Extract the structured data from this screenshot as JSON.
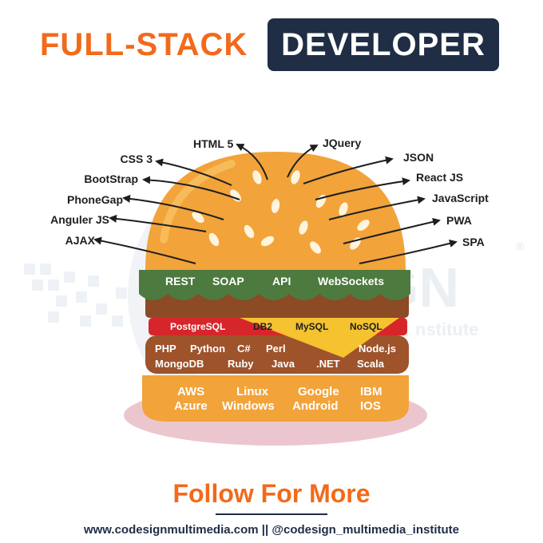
{
  "title": {
    "left": "FULL-STACK",
    "right": "DEVELOPER"
  },
  "watermark": {
    "text": "GN",
    "sub": "nstitute",
    "reg": "®"
  },
  "frontend_left": [
    "CSS 3",
    "BootStrap",
    "PhoneGap",
    "Anguler JS",
    "AJAX"
  ],
  "frontend_top": [
    "HTML 5",
    "JQuery"
  ],
  "frontend_right": [
    "JSON",
    "React JS",
    "JavaScript",
    "PWA",
    "SPA"
  ],
  "api_layer": [
    "REST",
    "SOAP",
    "API",
    "WebSockets"
  ],
  "database_layer": [
    "PostgreSQL",
    "DB2",
    "MySQL",
    "NoSQL"
  ],
  "backend_row1": [
    "PHP",
    "Python",
    "C#",
    "Perl",
    "Node.js"
  ],
  "backend_row2": [
    "MongoDB",
    "Ruby",
    "Java",
    ".NET",
    "Scala"
  ],
  "cloud_row1": [
    "AWS",
    "Linux",
    "Google",
    "IBM"
  ],
  "cloud_row2": [
    "Azure",
    "Windows",
    "Android",
    "IOS"
  ],
  "follow": "Follow For More",
  "footer": "www.codesignmultimedia.com || @codesign_multimedia_institute",
  "colors": {
    "orange": "#f26a1b",
    "navy": "#1f2d45",
    "bun": "#f2a33a",
    "lettuce": "#4d7a3f",
    "patty": "#9e532b",
    "sauce": "#d7262b",
    "cheese": "#f5c230"
  }
}
